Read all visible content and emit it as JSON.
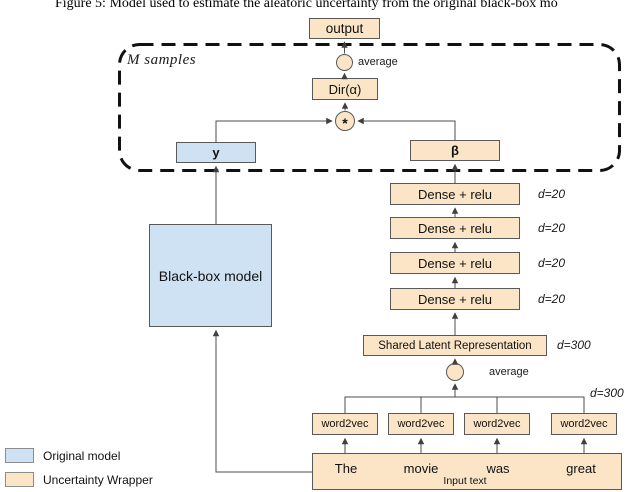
{
  "caption": "Figure 5: Model used to estimate the aleatoric uncertainty from the original black-box mo",
  "diagram": {
    "samples_label": "M samples",
    "nodes": {
      "output": "output",
      "average_top": "average",
      "dirichlet": "Dir(α)",
      "multiply": "*",
      "y": "y",
      "beta": "β",
      "blackbox": "Black-box model",
      "shared_latent": "Shared Latent Representation",
      "average_bottom": "average"
    },
    "dense_layers": [
      {
        "label": "Dense + relu",
        "dim": "d=20"
      },
      {
        "label": "Dense + relu",
        "dim": "d=20"
      },
      {
        "label": "Dense + relu",
        "dim": "d=20"
      },
      {
        "label": "Dense + relu",
        "dim": "d=20"
      }
    ],
    "shared_latent_dim": "d=300",
    "embedding_dim": "d=300",
    "word2vec": [
      "word2vec",
      "word2vec",
      "word2vec",
      "word2vec"
    ],
    "input": {
      "words": [
        "The",
        "movie",
        "was",
        "great"
      ],
      "label": "Input text"
    }
  },
  "legend": {
    "items": [
      {
        "label": "Original model",
        "color": "#cfe2f3"
      },
      {
        "label": "Uncertainty Wrapper",
        "color": "#fbe5c6"
      }
    ]
  },
  "colors": {
    "original_model_fill": "#cfe2f3",
    "wrapper_fill": "#fbe5c6",
    "box_border": "#595959",
    "connector": "#4d4d4d",
    "dashed_border": "#111111"
  }
}
